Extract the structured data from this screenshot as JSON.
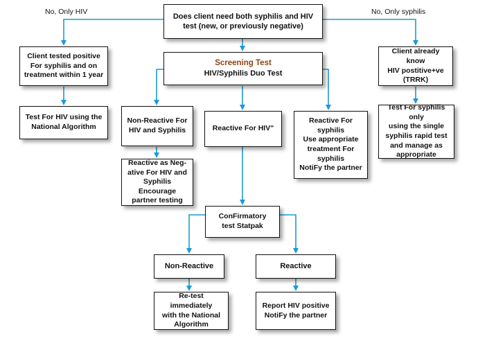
{
  "colors": {
    "arrow": "#1a9ad6",
    "border": "#111111",
    "title_accent": "#8b4513"
  },
  "edges": {
    "left_label": "No, Only HIV",
    "right_label": "No, Only syphilis"
  },
  "nodes": {
    "decision": {
      "line1": "Does client need both syphilis and HIV",
      "line2": "test (new, or previously negative)"
    },
    "screening": {
      "title": "Screening Test",
      "subtitle": "HIV/Syphilis Duo Test"
    },
    "left_status": {
      "line1": "Client tested positive",
      "line2": "For syphilis and on",
      "line3": "treatment within 1 year"
    },
    "left_test": {
      "line1": "Test For HIV using the",
      "line2": "National Algorithm"
    },
    "right_status": {
      "line1": "Client already know",
      "line2": "HIV postitive+ve",
      "line3": "(TRRK)"
    },
    "right_test": {
      "line1": "Test For syphilis only",
      "line2": "using the single",
      "line3": "syphilis rapid test",
      "line4": "and manage as",
      "line5": "appropriate"
    },
    "nonreactive_both": {
      "line1": "Non-Reactive For",
      "line2": "HIV and Syphilis"
    },
    "reactive_hiv": {
      "line1": "Reactive For HIV\""
    },
    "reactive_syphilis": {
      "line1": "Reactive For syphilis",
      "line2": "Use appropriate",
      "line3": "treatment For",
      "line4": "syphilis",
      "line5": "NotiFy the partner"
    },
    "negative_result": {
      "line1": "Reactive as Neg-",
      "line2": "ative For HIV and",
      "line3": "Syphilis Encourage",
      "line4": "partner testing"
    },
    "confirmatory": {
      "line1": "ConFirmatory",
      "line2": "test Statpak"
    },
    "conf_nonreactive": {
      "line1": "Non-Reactive"
    },
    "conf_reactive": {
      "line1": "Reactive"
    },
    "retest": {
      "line1": "Re-test immediately",
      "line2": "with the National",
      "line3": "Algorithm"
    },
    "report": {
      "line1": "Report HIV positive",
      "line2": "NotiFy the partner"
    }
  }
}
